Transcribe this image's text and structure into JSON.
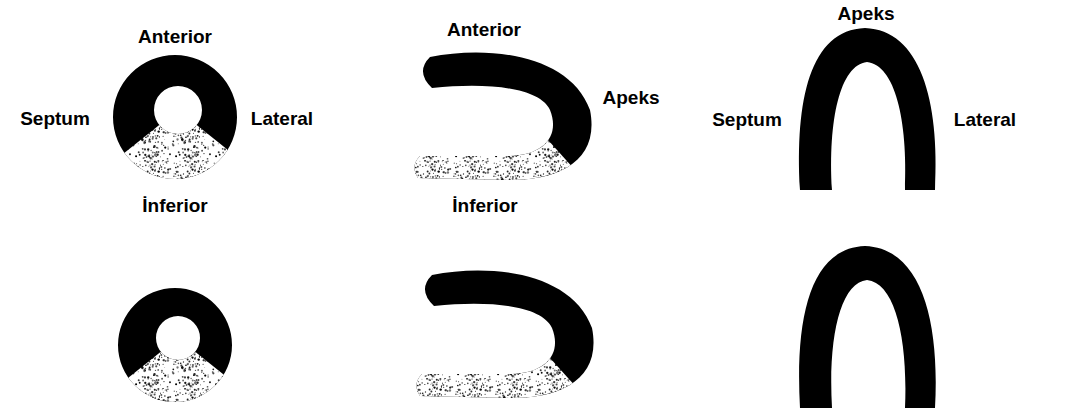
{
  "diagram": {
    "labels": [
      "Anterior",
      "Septum",
      "Lateral",
      "İnferior",
      "Anterior",
      "Apeks",
      "İnferior",
      "Apeks",
      "Septum",
      "Lateral"
    ]
  }
}
